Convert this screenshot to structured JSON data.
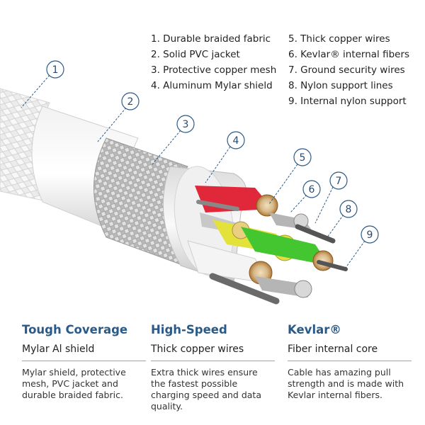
{
  "legend": {
    "left": [
      "1. Durable braided fabric",
      "2. Solid PVC jacket",
      "3. Protective copper mesh",
      "4. Aluminum Mylar shield"
    ],
    "right": [
      "5. Thick copper wires",
      "6. Kevlar® internal fibers",
      "7. Ground security wires",
      "8. Nylon support lines",
      "9. Internal nylon support"
    ]
  },
  "callouts": [
    "1",
    "2",
    "3",
    "4",
    "5",
    "6",
    "7",
    "8",
    "9"
  ],
  "features": [
    {
      "title": "Tough Coverage",
      "subtitle": "Mylar Al shield",
      "body": "Mylar shield, protective mesh, PVC jacket and durable braided fabric."
    },
    {
      "title": "High-Speed",
      "subtitle": "Thick copper wires",
      "body": "Extra thick wires ensure the fastest possible charging speed and data quality."
    },
    {
      "title": "Kevlar®",
      "subtitle": "Fiber internal core",
      "body": "Cable has amazing pull strength and is made with Kevlar internal fibers."
    }
  ],
  "colors": {
    "accent": "#2b5a86",
    "wire_red": "#e0283a",
    "wire_yellow": "#e2e23a",
    "wire_green": "#43c62f",
    "wire_white": "#f4f4f4",
    "copper": "#c9893c"
  }
}
